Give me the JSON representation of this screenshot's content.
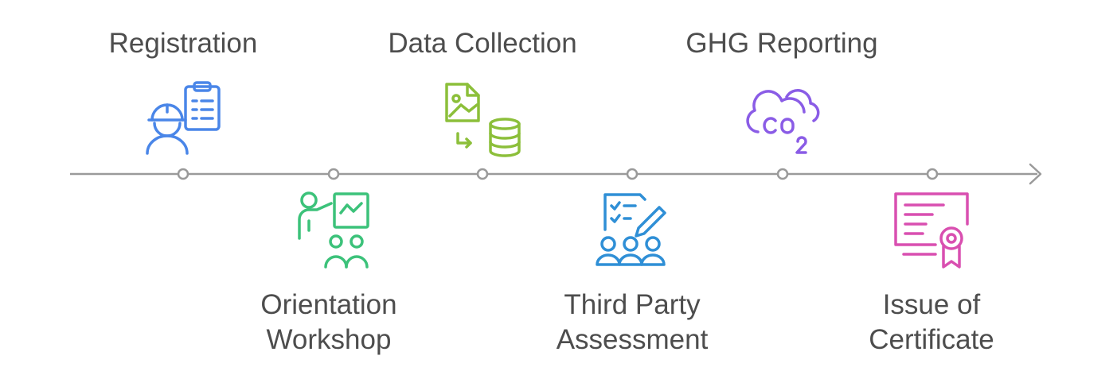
{
  "steps": [
    {
      "label": "Registration",
      "icon": "engineer-clipboard-icon",
      "color": "#4a86e8"
    },
    {
      "label": "Orientation\nWorkshop",
      "icon": "presentation-workshop-icon",
      "color": "#3cc27a"
    },
    {
      "label": "Data Collection",
      "icon": "file-to-database-icon",
      "color": "#8cbf3a"
    },
    {
      "label": "Third Party\nAssessment",
      "icon": "team-checklist-icon",
      "color": "#2f8fd6"
    },
    {
      "label": "GHG Reporting",
      "icon": "co2-cloud-icon",
      "color": "#8a5ce6"
    },
    {
      "label": "Issue of\nCertificate",
      "icon": "certificate-icon",
      "color": "#d94fb0"
    }
  ],
  "colors": {
    "line": "#9a9a9a",
    "text": "#4d4d4d"
  }
}
